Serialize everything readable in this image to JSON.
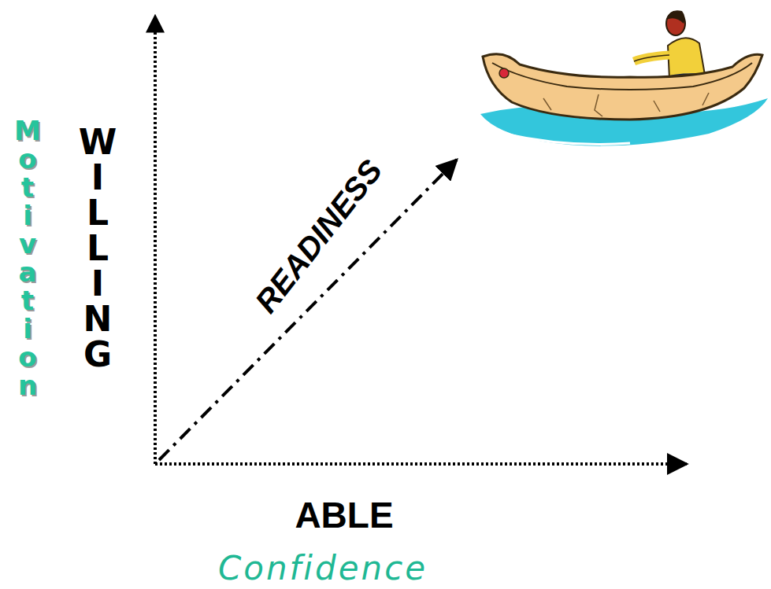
{
  "diagram": {
    "labels": [
      "Motivation",
      "WILLING",
      "READINESS",
      "ABLE",
      "Confidence"
    ]
  }
}
